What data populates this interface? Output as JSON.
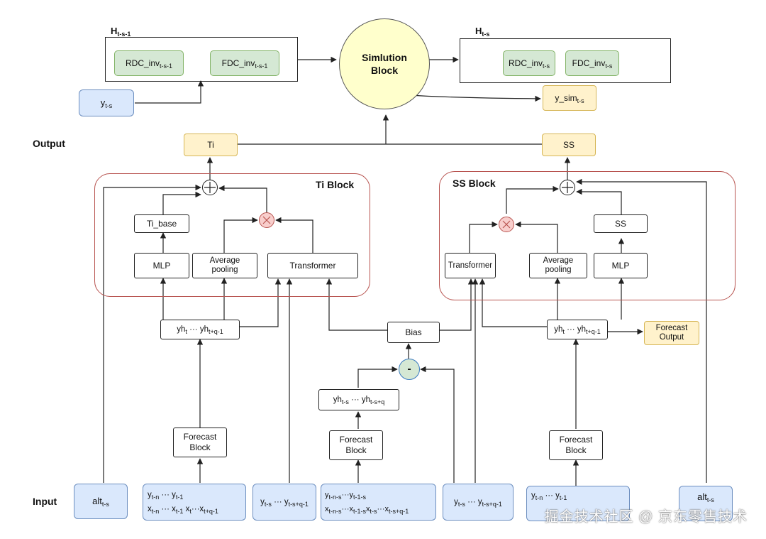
{
  "hidden_prev": {
    "label_main": "H",
    "label_sub": "t-s-1",
    "rdc": {
      "main": "RDC_inv",
      "sub": "t-s-1"
    },
    "fdc": {
      "main": "FDC_inv",
      "sub": "t-s-1"
    }
  },
  "hidden_cur": {
    "label_main": "H",
    "label_sub": "t-s",
    "rdc": {
      "main": "RDC_inv",
      "sub": "t-s"
    },
    "fdc": {
      "main": "FDC_inv",
      "sub": "t-s"
    }
  },
  "sim_block": {
    "line1": "Simlution",
    "line2": "Block"
  },
  "y_ts": {
    "main": "y",
    "sub": "t-s"
  },
  "y_sim": {
    "main": "y_sim",
    "sub": "t-s"
  },
  "row_labels": {
    "output": "Output",
    "input": "Input"
  },
  "outputs": {
    "ti": "Ti",
    "ss": "SS"
  },
  "ti_block": {
    "title": "Ti Block",
    "ti_base": "Ti_base",
    "mlp": "MLP",
    "avg_line1": "Average",
    "avg_line2": "pooling",
    "transformer": "Transformer"
  },
  "ss_block": {
    "title": "SS Block",
    "ss": "SS",
    "mlp": "MLP",
    "avg_line1": "Average",
    "avg_line2": "pooling",
    "transformer": "Transformer"
  },
  "yh_left": {
    "a": "yh",
    "a_sub": "t",
    "dots": "···",
    "b": "yh",
    "b_sub": "t+q-1"
  },
  "yh_right": {
    "a": "yh",
    "a_sub": "t",
    "dots": "···",
    "b": "yh",
    "b_sub": "t+q-1"
  },
  "yh_mid": {
    "a": "yh",
    "a_sub": "t-s",
    "dots": "···",
    "b": "yh",
    "b_sub": "t-s+q"
  },
  "bias": "Bias",
  "minus_op": "-",
  "forecast_output": {
    "line1": "Forecast",
    "line2": "Output"
  },
  "forecast_block": {
    "line1": "Forecast",
    "line2": "Block"
  },
  "inputs": {
    "alt_left": {
      "main": "alt",
      "sub": "t-s"
    },
    "alt_right": {
      "main": "alt",
      "sub": "t-s"
    },
    "hist_left": {
      "r1a": "y",
      "r1a_sub": "t-n",
      "r1dots": "···",
      "r1b": "y",
      "r1b_sub": "t-1",
      "r2a": "x",
      "r2a_sub": "t-n",
      "r2dots": "···",
      "r2b": "x",
      "r2b_sub": "t-1",
      "r2c": "x",
      "r2c_sub": "t",
      "r2dots2": "···",
      "r2d": "x",
      "r2d_sub": "t+q-1"
    },
    "ys_left": {
      "a": "y",
      "a_sub": "t-s",
      "dots": "···",
      "b": "y",
      "b_sub": "t-s+q-1"
    },
    "hist_mid": {
      "r1a": "y",
      "r1a_sub": "t-n-s",
      "r1dots": "···",
      "r1b": "y",
      "r1b_sub": "t-1-s",
      "r2a": "x",
      "r2a_sub": "t-n-s",
      "r2dots": "···",
      "r2b": "x",
      "r2b_sub": "t-1-s",
      "r2c": "x",
      "r2c_sub": "t-s",
      "r2dots2": "···",
      "r2d": "x",
      "r2d_sub": "t-s+q-1"
    },
    "ys_right": {
      "a": "y",
      "a_sub": "t-s",
      "dots": "···",
      "b": "y",
      "b_sub": "t-s+q-1"
    },
    "hist_right": {
      "r1a": "y",
      "r1a_sub": "t-n",
      "r1dots": "···",
      "r1b": "y",
      "r1b_sub": "t-1"
    }
  },
  "watermark": "掘金技术社区 @ 京东零售技术",
  "colors": {
    "green_fill": "#d5e8d4",
    "blue_fill": "#dae8fc",
    "orange_fill": "#fff2cc",
    "sim_fill": "#ffffcc",
    "block_border": "#b85450",
    "times_fill": "#f8cecc"
  }
}
